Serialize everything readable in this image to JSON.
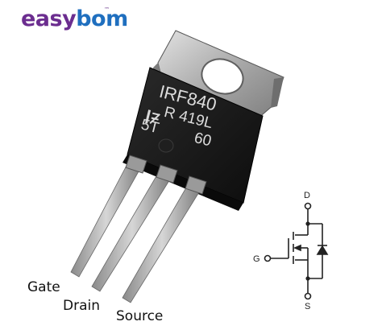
{
  "brand": {
    "logo_part1": "easy",
    "logo_part2": "bom",
    "trademark": "™",
    "color_part1": "#6b2d8f",
    "color_part2": "#1f6fbf"
  },
  "package": {
    "marking_line1": "IRF840",
    "marking_line2": "R 419L",
    "marking_line3_a": "5T",
    "marking_line3_b": "60"
  },
  "pin_labels": {
    "gate": "Gate",
    "drain": "Drain",
    "source": "Source"
  },
  "schematic": {
    "drain": "D",
    "gate": "G",
    "source": "S"
  },
  "colors": {
    "body": "#1a1a1a",
    "tab": "#b8b8b8",
    "leads": "#a9a9a9"
  }
}
